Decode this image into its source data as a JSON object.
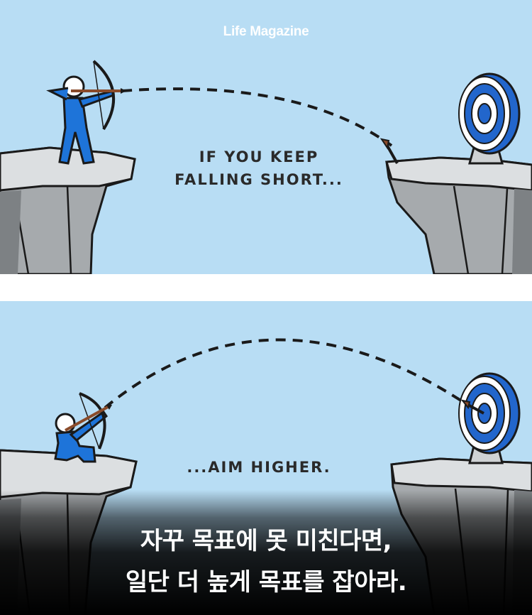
{
  "brand": "Life Magazine",
  "panel_top": {
    "caption": "IF YOU KEEP\nFALLING SHORT..."
  },
  "panel_bottom": {
    "caption": "...AIM HIGHER."
  },
  "korean_caption": {
    "line1": "자꾸 목표에 못 미친다면,",
    "line2": "일단 더 높게 목표를 잡아라."
  },
  "colors": {
    "sky": "#b8ddf4",
    "rock_light": "#d9dcde",
    "rock_mid": "#a6aaad",
    "rock_dark": "#6d7174",
    "figure_blue": "#1e74d9",
    "target_blue": "#2266cc",
    "outline": "#1a1a1a"
  }
}
